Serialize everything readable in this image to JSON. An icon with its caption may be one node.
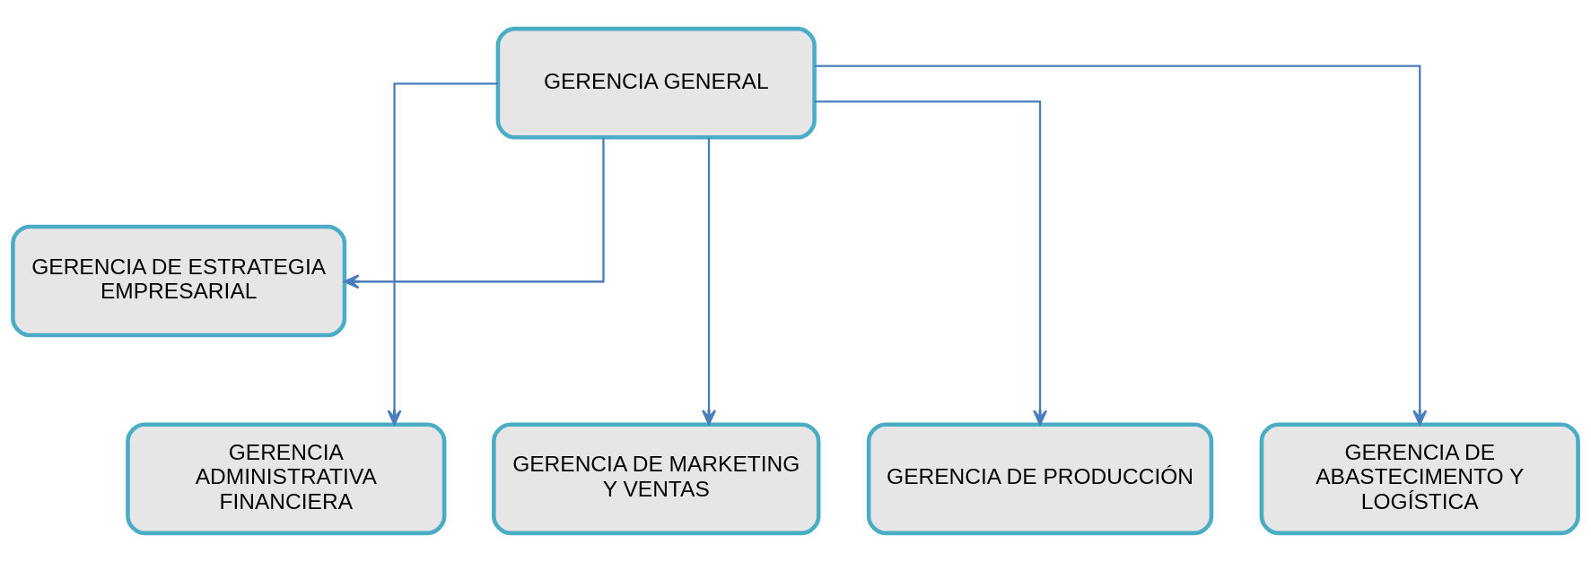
{
  "diagram": {
    "nodes": [
      {
        "text": [
          "GERENCIA GENERAL"
        ]
      },
      {
        "text": [
          "GERENCIA DE ESTRATEGIA EMPRESARIAL"
        ]
      },
      {
        "text": [
          "GERENCIA ADMINISTRATIVA FINANCIERA"
        ]
      },
      {
        "text": [
          "GERENCIA DE MARKETING Y VENTAS"
        ]
      },
      {
        "text": [
          "GERENCIA DE PRODUCCIÓN"
        ]
      },
      {
        "text": [
          "GERENCIA DE ABASTECIMENTO Y LOGÍSTICA"
        ]
      }
    ],
    "edges": [
      {
        "from": 0,
        "to": 1,
        "arrow": "to"
      },
      {
        "from": 0,
        "to": 2,
        "arrow": "to"
      },
      {
        "from": 0,
        "to": 3,
        "arrow": "to"
      },
      {
        "from": 0,
        "to": 4,
        "arrow": "to"
      },
      {
        "from": 0,
        "to": 5,
        "arrow": "to"
      }
    ]
  }
}
